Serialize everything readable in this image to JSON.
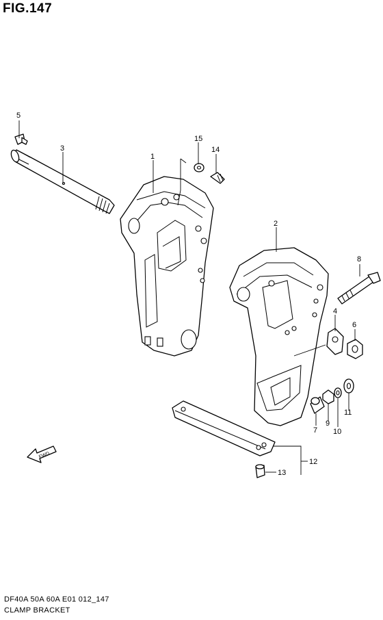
{
  "figure": {
    "title": "FIG.147",
    "model_code": "DF40A 50A 60A E01 012_147",
    "name": "CLAMP BRACKET"
  },
  "forward_label": "FWD",
  "callouts": [
    "1",
    "2",
    "3",
    "4",
    "5",
    "6",
    "7",
    "8",
    "9",
    "10",
    "11",
    "12",
    "13",
    "14",
    "15"
  ],
  "icons": [
    "fwd-arrow-icon"
  ]
}
